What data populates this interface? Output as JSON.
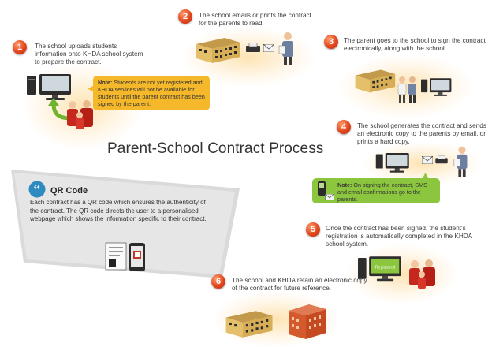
{
  "title": "Parent-School Contract Process",
  "steps": [
    {
      "number": "1",
      "text": "The school uploads students information onto KHDA school system to prepare the contract."
    },
    {
      "number": "2",
      "text": "The school emails or prints the contract for the parents to read."
    },
    {
      "number": "3",
      "text": "The parent goes to the school to sign the contract electronically, along with the school."
    },
    {
      "number": "4",
      "text": "The school generates the contract and sends an electronic copy to the parents by email, or prints a hard copy."
    },
    {
      "number": "5",
      "text": "Once the contract has been signed, the student's registration is automatically completed in the KHDA school system."
    },
    {
      "number": "6",
      "text": "The school and KHDA retain an electronic copy of the contract for future reference."
    }
  ],
  "note1": {
    "label": "Note:",
    "text": "Students are not yet registered and KHDA services will not be available for students until the parent contract has been signed by the parent."
  },
  "note4": {
    "label": "Note:",
    "text": "On signing the contract, SMS and email confirmations go to the parents."
  },
  "qr": {
    "title": "QR Code",
    "text": "Each contract has a QR code which ensures the authenticity of the contract. The QR code directs the user to a personalised webpage which shows the information specific to their contract."
  },
  "screen_label": "Registered",
  "colors": {
    "badge": "#e2461d",
    "note": "#f5b82b",
    "note_green": "#8cc63f",
    "quote": "#2e8bbf"
  }
}
